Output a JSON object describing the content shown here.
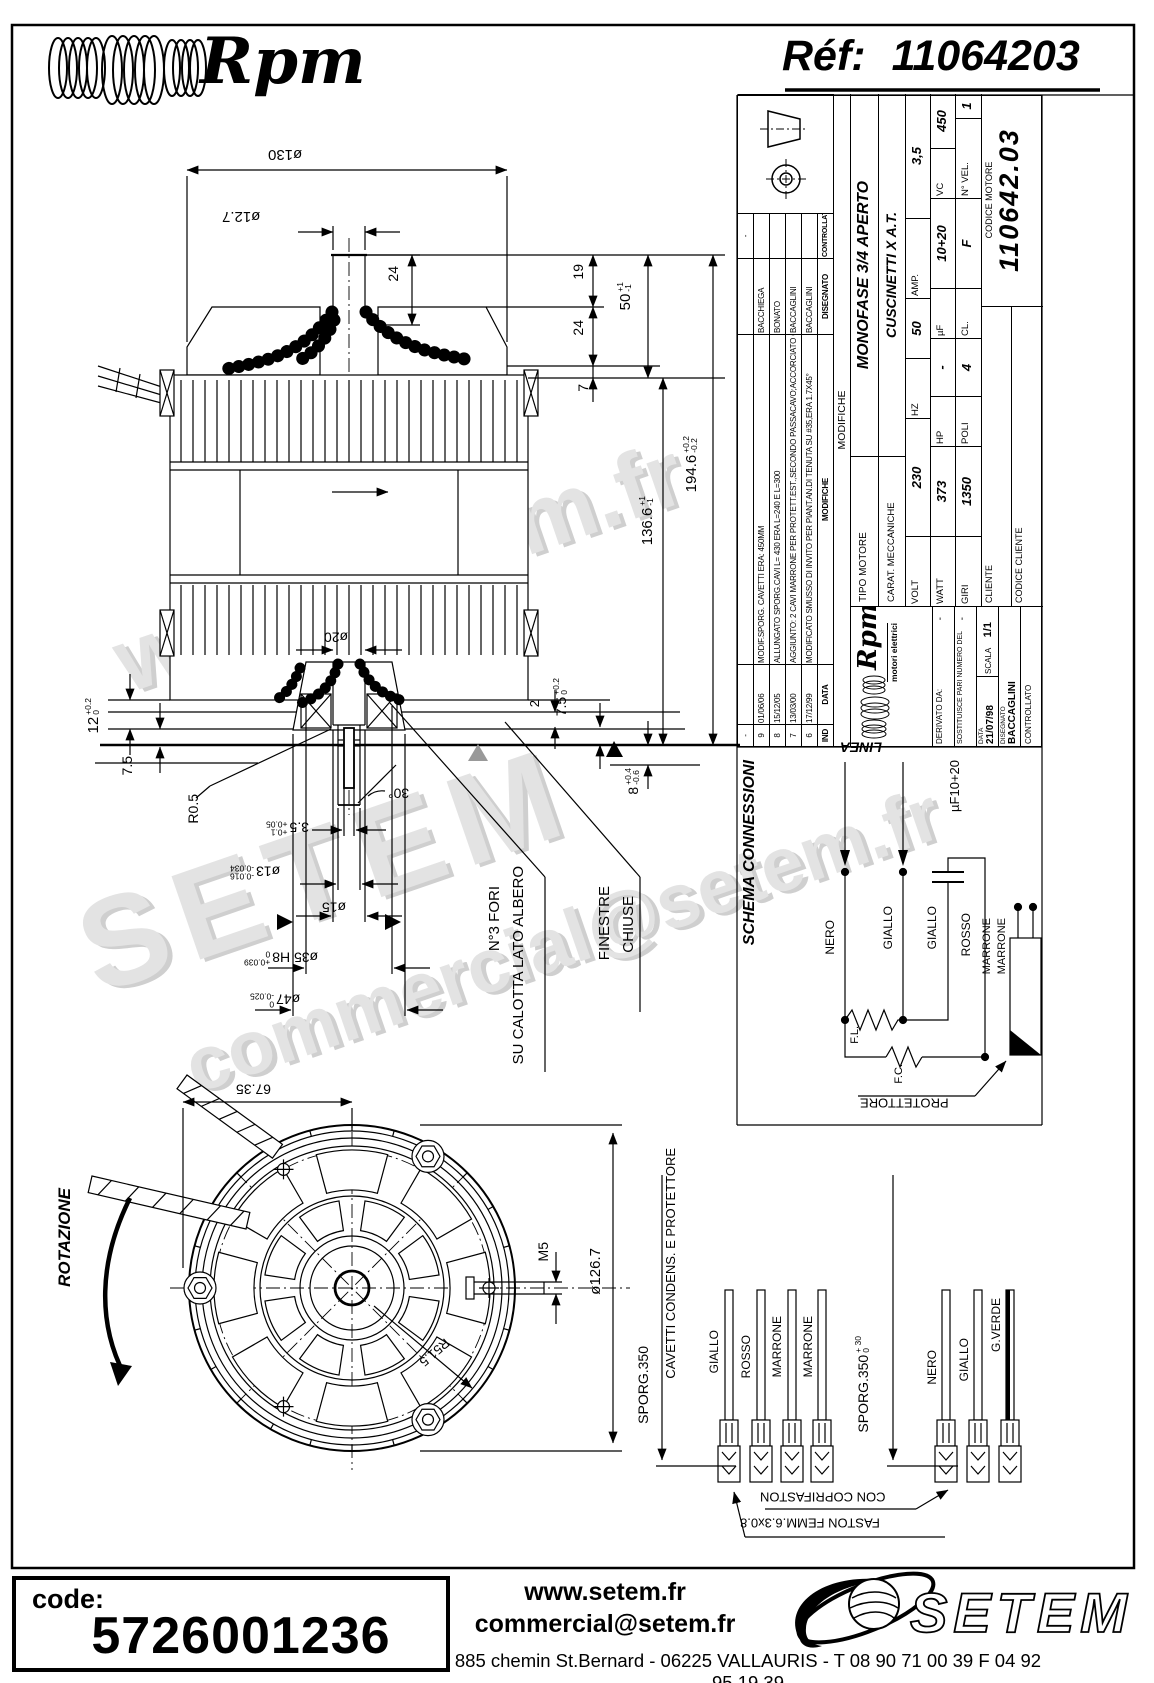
{
  "header": {
    "brand": "Rpm",
    "ref_label": "Réf:",
    "ref_value": "11064203"
  },
  "watermarks": {
    "w1": "www.setem.fr",
    "w2": "SETEM",
    "w3": "commercial@setem.fr"
  },
  "title_block": {
    "revisions": {
      "col_ind": "IND",
      "col_data": "DATA",
      "col_mod": "MODIFICHE",
      "col_dis": "DISEGNATO",
      "col_con": "CONTROLLATO",
      "caption": "MODIFICHE",
      "rows": [
        {
          "ind": "-",
          "date": "",
          "text": "",
          "dis": "",
          "con": "-"
        },
        {
          "ind": "9",
          "date": "01/06/06",
          "text": "MODIF.SPORG. CAVETTI ERA: 450MM",
          "dis": "BACCHIEGA",
          "con": ""
        },
        {
          "ind": "8",
          "date": "15/12/05",
          "text": "ALLUNGATO  SPORG.CAVI L= 430 ERA L=240 E L=300",
          "dis": "BONATO",
          "con": ""
        },
        {
          "ind": "7",
          "date": "13/03/00",
          "text": "AGGIUNTO: 2 CAVI MARRONE PER PROTETT.EST.,SECONDO PASSACAVO;ACCORCIATO CAVI CONDENS.",
          "dis": "BACCAGLINI",
          "con": ""
        },
        {
          "ind": "6",
          "date": "17/12/99",
          "text": "MODIFICATO SMUSSO DI INVITO PER PIANT.AN.DI TENUTA SU #35,ERA 1.7X45°",
          "dis": "BACCAGLINI",
          "con": ""
        }
      ]
    },
    "brand": {
      "name": "Rpm",
      "tagline": "motori elettrici"
    },
    "admin": {
      "derivato_label": "DERIVATO DA:",
      "derivato_value": "-",
      "sostituisce_label": "SOSTITUISCE PARI NUMERO DEL",
      "sostituisce_value": "-",
      "data_label": "DATA",
      "data_value": "21/07/98",
      "scala_label": "SCALA",
      "scala_value": "1/1",
      "disegnato_label": "DISEGNATO",
      "disegnato_value": "BACCAGLINI",
      "controllato_label": "CONTROLLATO"
    },
    "motor": {
      "tipo_label": "TIPO MOTORE",
      "tipo_value": "MONOFASE 3/4 APERTO",
      "carat_label": "CARAT. MECCANICHE",
      "carat_value": "CUSCINETTI X A.T.",
      "volt_label": "VOLT",
      "volt": "230",
      "hz_label": "HZ",
      "hz": "50",
      "amp_label": "AMP.",
      "amp": "3,5",
      "watt_label": "WATT",
      "watt": "373",
      "hp_label": "HP",
      "hp": "-",
      "uf_label": "µF",
      "uf": "10+20",
      "vc_label": "VC",
      "vc": "450",
      "giri_label": "GIRI",
      "giri": "1350",
      "poli_label": "POLI",
      "poli": "4",
      "cl_label": "CL.",
      "cl": "F",
      "vel_label": "N° VEL.",
      "vel": "1",
      "cliente_label": "CLIENTE",
      "codice_cliente_label": "CODICE CLIENTE",
      "codice_motore_label": "CODICE MOTORE",
      "codice_motore_value": "110642.03"
    }
  },
  "schema": {
    "title": "SCHEMA CONNESSIONI",
    "linea": "LINEA",
    "nero": "NERO",
    "giallo1": "GIALLO",
    "giallo2": "GIALLO",
    "rosso": "ROSSO",
    "cap": "µF10+20",
    "fl": "F.L.",
    "fc": "F.C.",
    "marrone1": "MARRONE",
    "marrone2": "MARRONE",
    "protettore": "PROTETTORE"
  },
  "side_view": {
    "d130": "ø130",
    "d127": "ø12.7",
    "s24": "24",
    "r19": "19",
    "r24": "24",
    "r50": {
      "t": "50",
      "up": "+1",
      "dn": "-1"
    },
    "r7": "7",
    "h1366": {
      "t": "136.6",
      "up": "+1",
      "dn": "-1"
    },
    "h1946": {
      "t": "194.6",
      "up": "+0.2",
      "dn": "-0.2"
    },
    "d20": "ø20",
    "l12": {
      "t": "12",
      "up": "+0.2",
      "dn": "0"
    },
    "l75": "7.5",
    "r05": "R0.5",
    "g35": {
      "t": "3.5",
      "up": "+0.1",
      "dn": "+0.05"
    },
    "d13": {
      "t": "ø13",
      "up": "-0.016",
      "dn": "-0.034"
    },
    "d15": "ø15",
    "d35": {
      "t": "ø35 H8",
      "up": "+0.039",
      "dn": "0"
    },
    "d47": {
      "t": "ø47",
      "up": "0",
      "dn": "-0.025"
    },
    "a30": "30°",
    "w2": "2",
    "b75": {
      "t": "7.5",
      "up": "+0.2",
      "dn": "0"
    },
    "b8": {
      "t": "8",
      "up": "+0.4",
      "dn": "-0.6"
    },
    "note_fori_1": "N°3 FORI",
    "note_fori_2": "SU CALOTTA LATO ALBERO",
    "note_fin_1": "FINESTRE",
    "note_fin_2": "CHIUSE"
  },
  "front_view": {
    "rotazione": "ROTAZIONE",
    "d6735": "67.35",
    "r515": "R51.5",
    "d1267": "ø126.7",
    "m5": "M5"
  },
  "cables": {
    "g1_sporg": "SPORG.350",
    "g1_note": "CAVETTI CONDENS. E PROTETTORE",
    "g1_w1": "GIALLO",
    "g1_w2": "ROSSO",
    "g1_w3": "MARRONE",
    "g1_w4": "MARRONE",
    "g2_sporg": {
      "t": "SPORG.350",
      "up": "+ 30",
      "dn": "0"
    },
    "g2_w1": "NERO",
    "g2_w2": "GIALLO",
    "g2_w3": "G.VERDE",
    "note1": "CON COPRIFASTON",
    "note2": "FASTON FEMM.6.3x0.8"
  },
  "footer": {
    "code_label": "code:",
    "code_value": "5726001236",
    "site": "www.setem.fr",
    "email": "commercial@setem.fr",
    "address": "885 chemin St.Bernard  -  06225 VALLAURIS  -  T 08 90 71 00 39   F 04 92 95 19 39",
    "logo_text": "SETEM"
  }
}
